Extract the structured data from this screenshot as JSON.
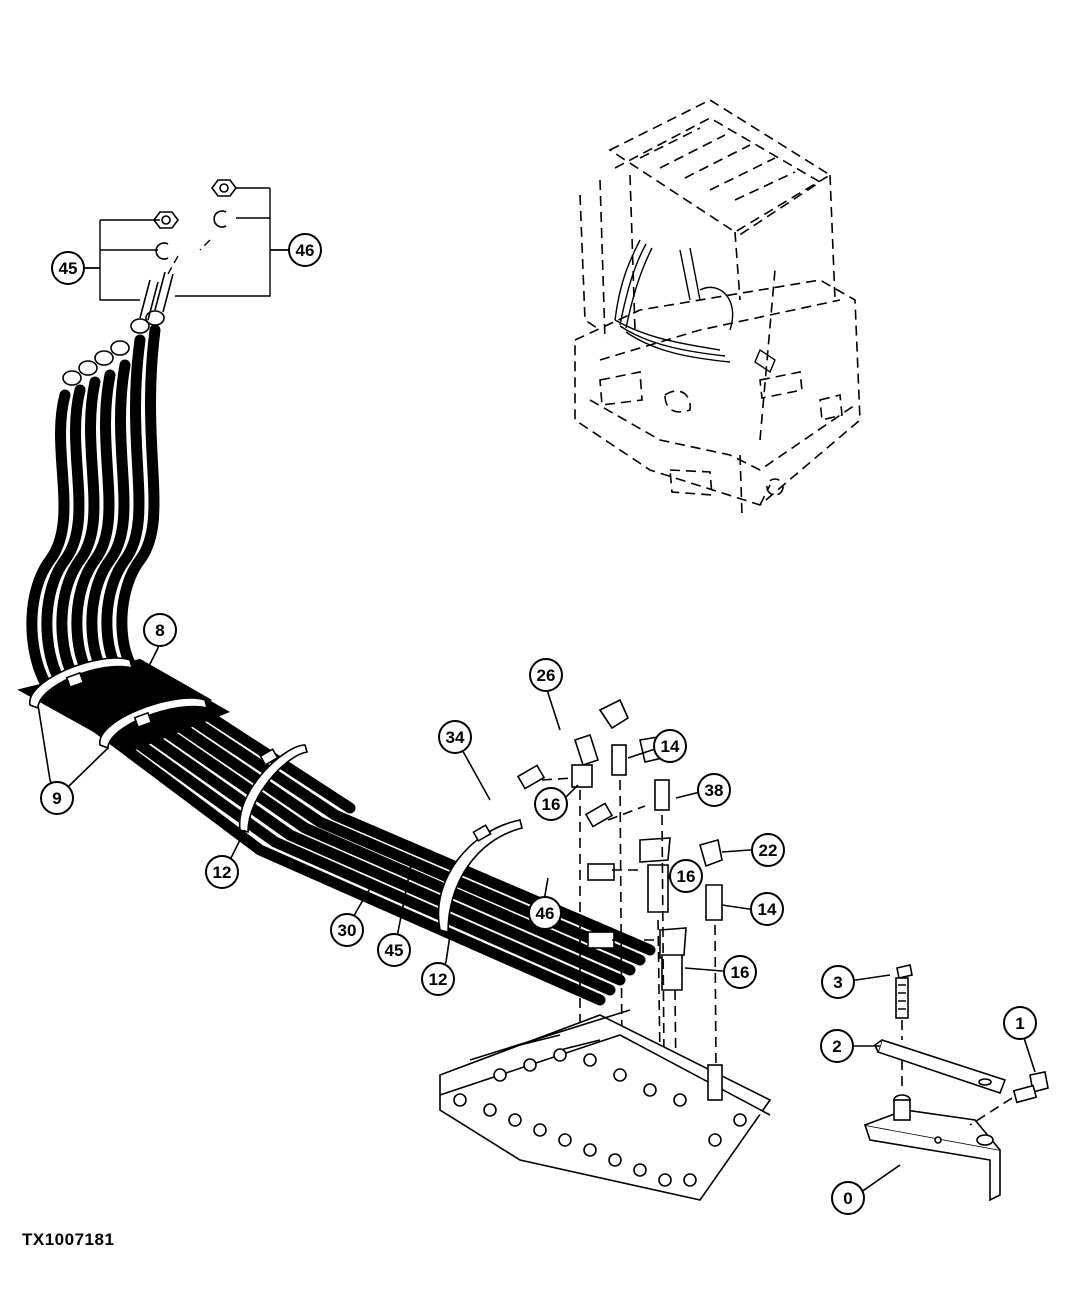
{
  "figure_id": "TX1007181",
  "callouts": [
    "45",
    "46",
    "8",
    "9",
    "26",
    "34",
    "14",
    "16",
    "38",
    "22",
    "12",
    "30",
    "45",
    "46",
    "16",
    "14",
    "12",
    "16",
    "3",
    "1",
    "2",
    "0"
  ],
  "colors": {
    "line": "#000000",
    "background": "#ffffff"
  }
}
